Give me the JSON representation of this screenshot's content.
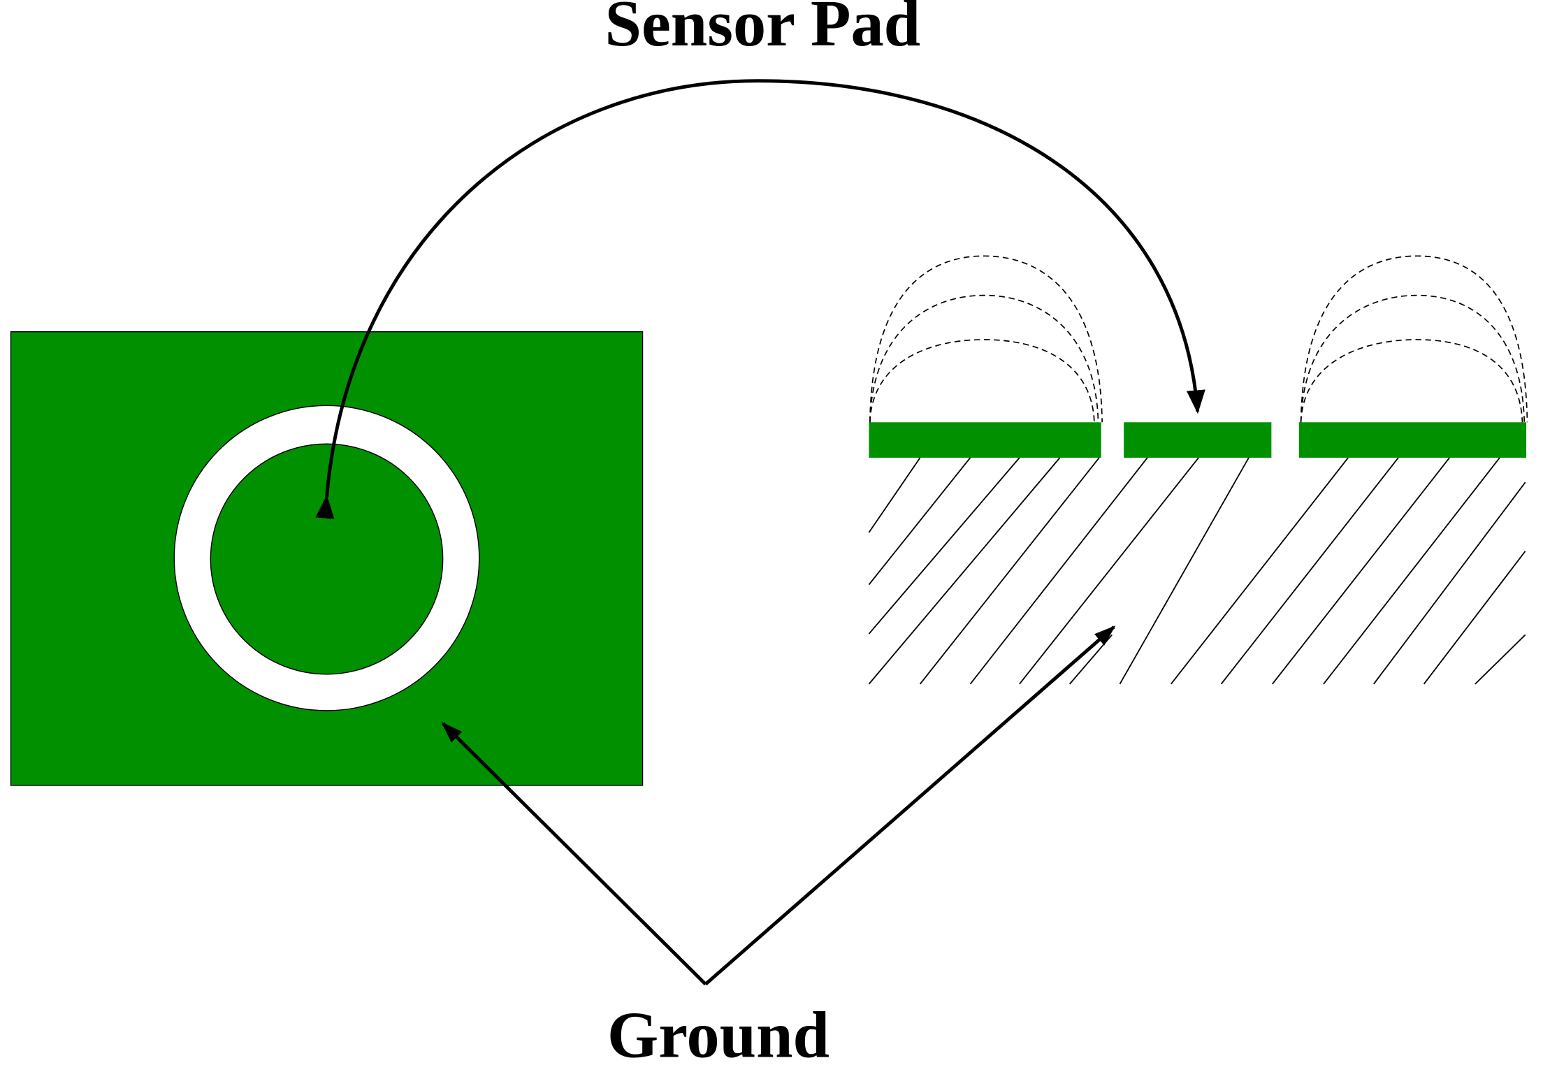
{
  "labels": {
    "sensor_pad": "Sensor Pad",
    "ground": "Ground"
  },
  "colors": {
    "copper_green": "#009000",
    "background": "#ffffff",
    "line": "#000000"
  },
  "hatch": {
    "line_count": 12
  },
  "field_lines": {
    "per_gap": 3
  }
}
